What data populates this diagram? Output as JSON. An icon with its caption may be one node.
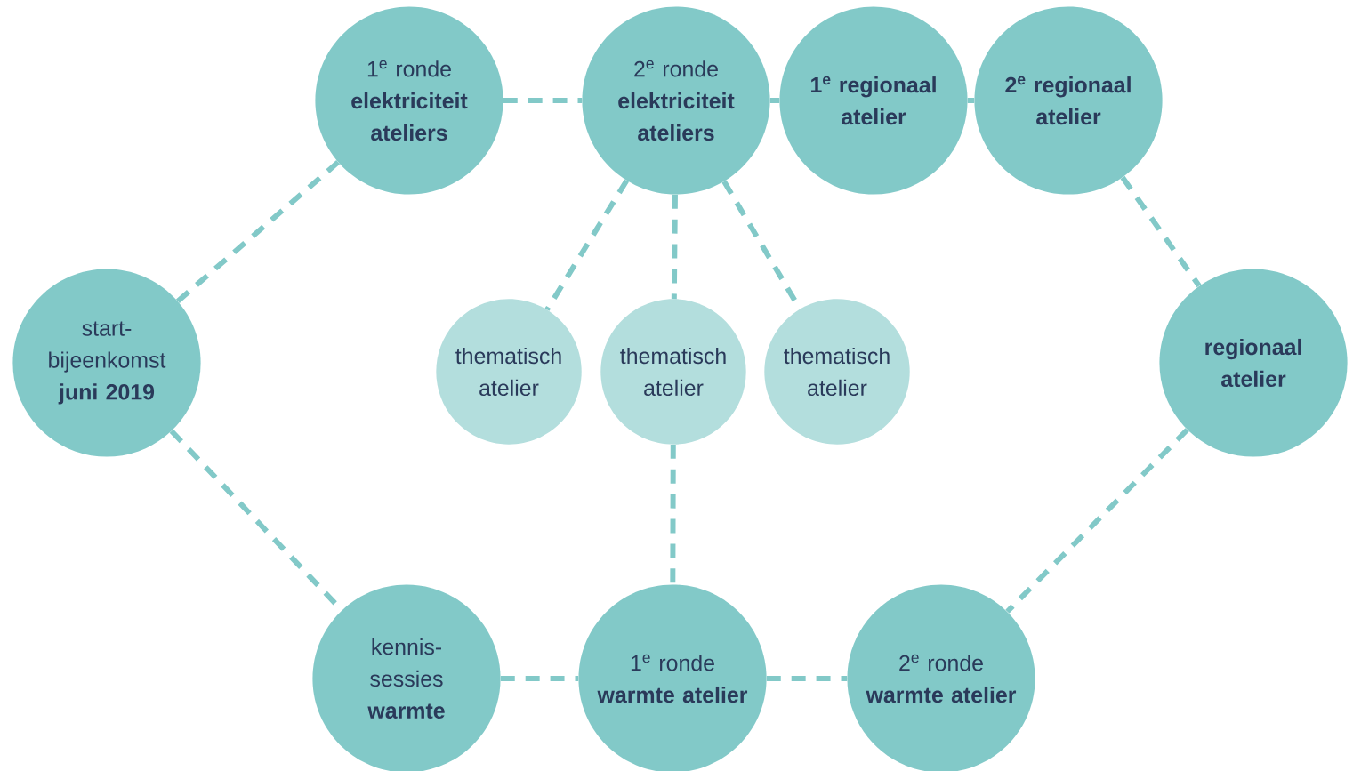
{
  "diagram": {
    "nodes": [
      {
        "text": [
          "start- bijeenkomst",
          "juni 2019"
        ]
      },
      {
        "text": [
          "1$^{e}$ ronde",
          "elektriciteit ateliers"
        ]
      },
      {
        "text": [
          "2$^{e}$ ronde",
          "elektriciteit ateliers"
        ]
      },
      {
        "text": [
          "1$^{e}$ regionaal atelier"
        ]
      },
      {
        "text": [
          "2$^{e}$ regionaal atelier"
        ]
      },
      {
        "text": [
          "thematisch atelier"
        ]
      },
      {
        "text": [
          "thematisch atelier"
        ]
      },
      {
        "text": [
          "thematisch atelier"
        ]
      },
      {
        "text": [
          "regionaal atelier"
        ]
      },
      {
        "text": [
          "kennis- sessies",
          "warmte"
        ]
      },
      {
        "text": [
          "1$^{e}$ ronde",
          "warmte atelier"
        ]
      },
      {
        "text": [
          "2$^{e}$ ronde",
          "warmte atelier"
        ]
      }
    ],
    "edges": [
      {
        "from": 0,
        "to": 1,
        "arrow": "none",
        "style": "dashed"
      },
      {
        "from": 1,
        "to": 2,
        "arrow": "none",
        "style": "dashed"
      },
      {
        "from": 2,
        "to": 3,
        "arrow": "none"
      },
      {
        "from": 3,
        "to": 4,
        "arrow": "none"
      },
      {
        "from": 4,
        "to": 8,
        "arrow": "none",
        "style": "dashed"
      },
      {
        "from": 2,
        "to": 5,
        "arrow": "none",
        "style": "dashed"
      },
      {
        "from": 2,
        "to": 6,
        "arrow": "none",
        "style": "dashed"
      },
      {
        "from": 2,
        "to": 7,
        "arrow": "none",
        "style": "dashed"
      },
      {
        "from": 0,
        "to": 9,
        "arrow": "none",
        "style": "dashed"
      },
      {
        "from": 9,
        "to": 10,
        "arrow": "none",
        "style": "dashed"
      },
      {
        "from": 6,
        "to": 10,
        "arrow": "none",
        "style": "dashed"
      },
      {
        "from": 10,
        "to": 11,
        "arrow": "none",
        "style": "dashed"
      },
      {
        "from": 8,
        "to": 11,
        "arrow": "none",
        "style": "dashed"
      }
    ]
  }
}
